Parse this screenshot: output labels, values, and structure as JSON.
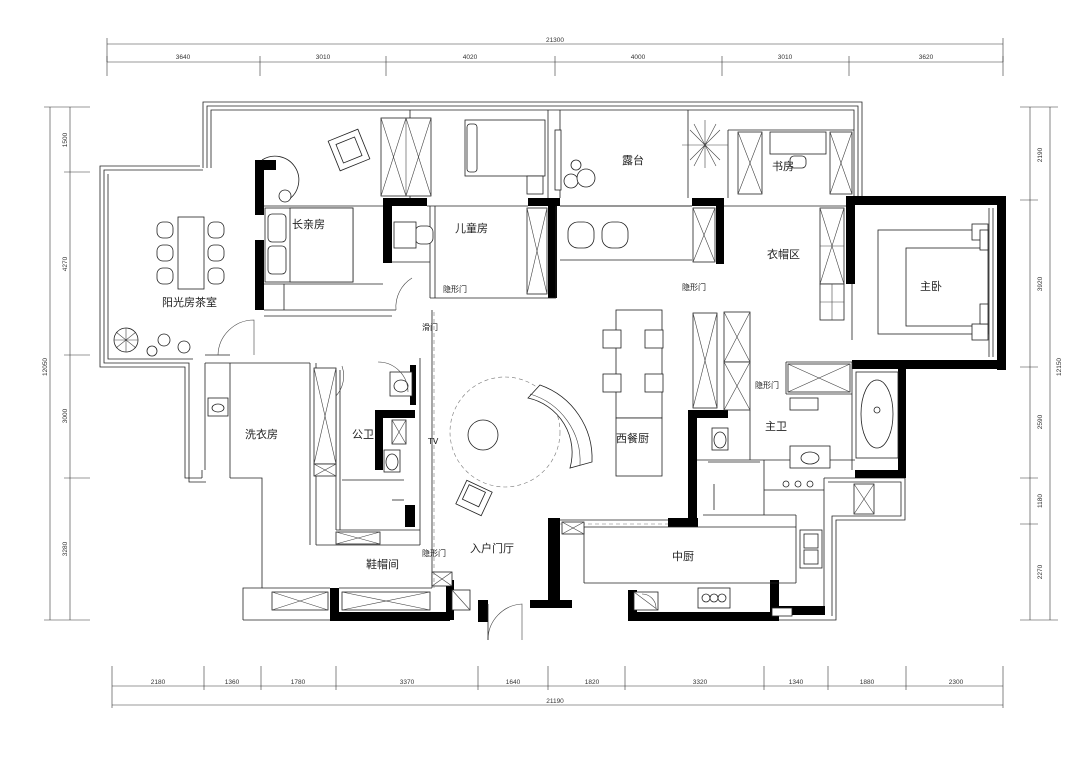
{
  "dimensions": {
    "top_total": "21300",
    "top_segments": [
      "3640",
      "3010",
      "4020",
      "4000",
      "3010",
      "3620"
    ],
    "bottom_total": "21190",
    "bottom_segments": [
      "2180",
      "1360",
      "1780",
      "3370",
      "1640",
      "1820",
      "3320",
      "1340",
      "1880",
      "2300"
    ],
    "left_total": "12050",
    "left_segments": [
      "1500",
      "4270",
      "3000",
      "3280"
    ],
    "right_total": "12150",
    "right_segments": [
      "2190",
      "3920",
      "2590",
      "1180",
      "2270"
    ]
  },
  "rooms": {
    "sunroom_tearoom": "阳光房茶室",
    "elder_room": "长亲房",
    "kids_room": "儿童房",
    "terrace": "露台",
    "study": "书房",
    "cloakroom": "衣帽区",
    "master_bedroom": "主卧",
    "laundry": "洗衣房",
    "public_bath": "公卫",
    "master_bath": "主卫",
    "western_kitchen": "西餐厨",
    "entrance_hall": "入户门厅",
    "shoe_room": "鞋帽间",
    "chinese_kitchen": "中厨"
  },
  "labels": {
    "hidden_door_kids": "隐形门",
    "hidden_door_cloak": "隐形门",
    "hidden_door_bath": "隐形门",
    "hidden_door_shoe": "隐形门",
    "sliding_door": "滑门",
    "tv": "TV"
  }
}
